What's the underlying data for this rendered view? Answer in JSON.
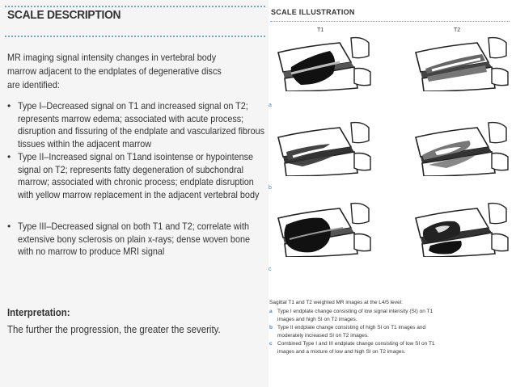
{
  "description": {
    "heading": "SCALE DESCRIPTION",
    "intro": "MR imaging signal intensity changes in vertebral body marrow adjacent to the endplates of degenerative discs are identified:",
    "items": [
      {
        "bullet": "•",
        "text": "Type I–Decreased signal on T1 and increased signal on T2; represents marrow edema; associated with acute process; disruption and fissuring of the endplate and vascularized fibrous tissues within the adjacent marrow"
      },
      {
        "bullet": "•",
        "text": "Type II–Increased signal on T1and isointense or hypointense signal on T2; represents fatty degeneration of subchondral marrow; associated with chronic process; endplate disruption with yellow marrow replacement in the adjacent vertebral body"
      },
      {
        "bullet": "•",
        "text": "Type III–Decreased signal on both T1 and T2; correlate with extensive bony sclerosis on plain x-rays; dense woven bone with no marrow to produce MRI signal"
      }
    ],
    "interpretation_heading": "Interpretation:",
    "interpretation_text": "The further the progression, the greater the severity."
  },
  "illustration": {
    "heading": "SCALE ILLUSTRATION",
    "columns": [
      "T1",
      "T2"
    ],
    "rows": [
      "a",
      "b",
      "c"
    ],
    "caption_title": "Sagittal T1 and T2 weighted MR images at the L4/5 level:",
    "caption_items": [
      {
        "key": "a",
        "text": "Type I endplate change consisting of low signal intensity (SI) on T1 images and high SI on T2 images."
      },
      {
        "key": "b",
        "text": "Type II endplate change consisting of high SI on T1 images and moderately increased SI on T2 images."
      },
      {
        "key": "c",
        "text": "Combined Type I and III endplate change consisting of low SI on T1 images and a mixture of low and high SI on T2 images."
      }
    ]
  },
  "colors": {
    "accent": "#4a84b5",
    "dots": "#6aa6cf"
  }
}
